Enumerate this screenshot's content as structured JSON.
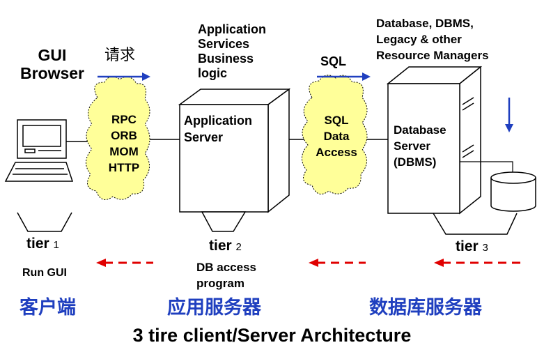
{
  "client": {
    "gui_line1": "GUI",
    "gui_line2": "Browser",
    "request_label": "请求",
    "tier_word": "tier",
    "tier_num": "1",
    "run_label": "Run GUI",
    "cn_label": "客户端"
  },
  "cloud1": {
    "lines": [
      "RPC",
      "ORB",
      "MOM",
      "HTTP"
    ]
  },
  "app": {
    "top_lines": [
      "Application",
      "Services",
      "Business",
      "logic"
    ],
    "box_lines": [
      "Application",
      "Server"
    ],
    "tier_word": "tier",
    "tier_num": "2",
    "db_lines": [
      "DB access",
      "program"
    ],
    "cn_label": "应用服务器"
  },
  "sql_label": "SQL",
  "cloud2": {
    "lines": [
      "SQL",
      "Data",
      "Access"
    ]
  },
  "db": {
    "top_lines": [
      "Database, DBMS,",
      "Legacy & other",
      "Resource Managers"
    ],
    "box_lines": [
      "Database",
      "Server",
      "(DBMS)"
    ],
    "tier_word": "tier",
    "tier_num": "3",
    "cn_label": "数据库服务器"
  },
  "footer_title": "3 tire client/Server Architecture",
  "colors": {
    "accent_blue": "#1f3fbf",
    "arrow_red": "#e00000",
    "cloud_yellow": "#ffff99"
  }
}
